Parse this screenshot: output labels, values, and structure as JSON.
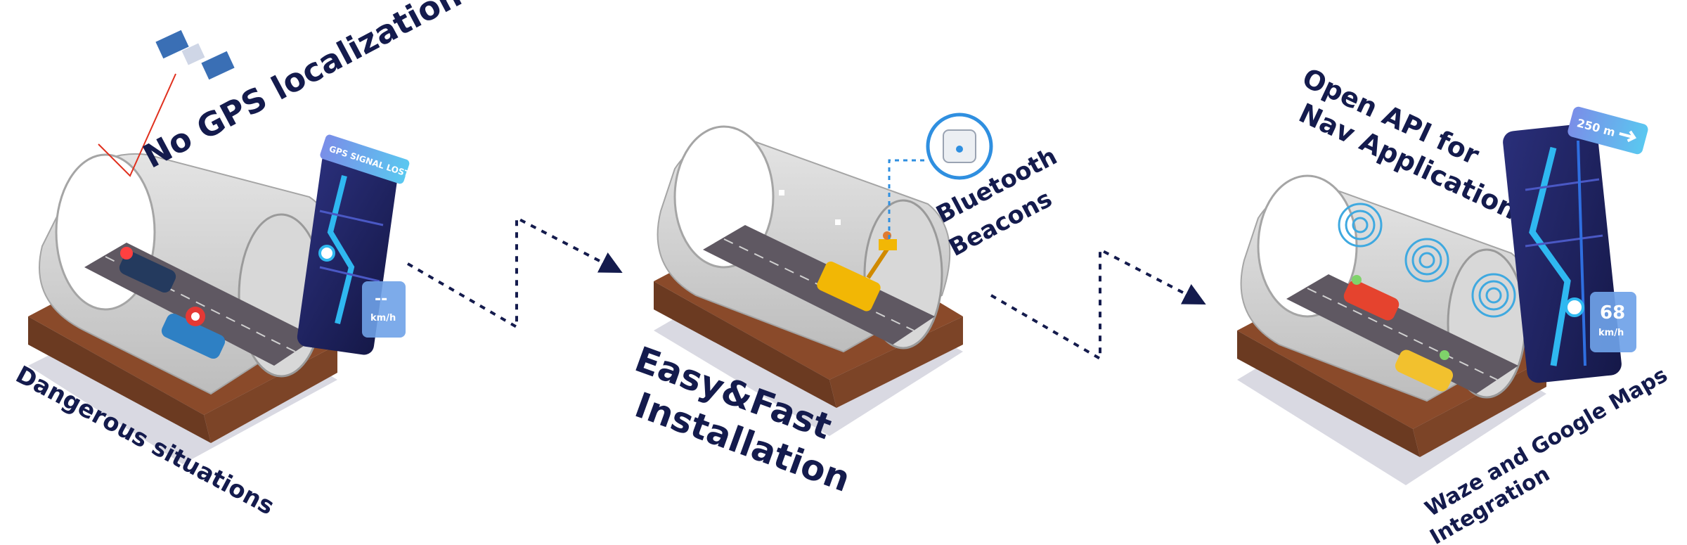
{
  "stages": [
    {
      "heading": "No GPS localization",
      "caption": "Dangerous situations",
      "phone": {
        "banner": "GPS SIGNAL LOST",
        "speed": "--",
        "unit": "km/h"
      }
    },
    {
      "heading_lines": [
        "Easy&Fast",
        "Installation"
      ],
      "callout_lines": [
        "Bluetooth",
        "Beacons"
      ]
    },
    {
      "heading_lines": [
        "Open API for",
        "Nav Applications"
      ],
      "caption_lines": [
        "Waze and Google Maps",
        "Integration"
      ],
      "phone": {
        "banner": "250 m",
        "speed": "68",
        "unit": "km/h"
      }
    }
  ],
  "colors": {
    "text": "#141b4d",
    "arrow": "#141b4d",
    "platform": "#8a4a2a",
    "tunnel": "#cfcfcf",
    "road": "#5f5862",
    "beacon_ring": "#3fa9e0",
    "phone_screen": "#1c1f5e",
    "laser": "#e0301e"
  },
  "icons": [
    "satellite-icon",
    "beacon-device-icon",
    "turn-arrow-icon",
    "location-pin-icon"
  ]
}
